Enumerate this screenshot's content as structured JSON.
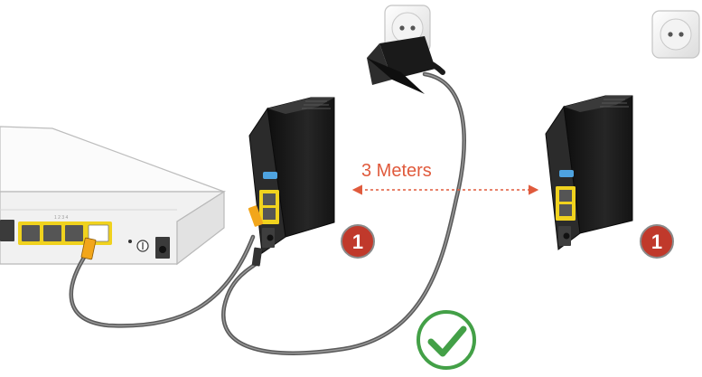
{
  "distance": {
    "label": "3 Meters"
  },
  "badges": {
    "left": "1",
    "right": "1"
  },
  "colors": {
    "accent": "#e05a3c",
    "badge": "#c0392b",
    "check": "#43a047",
    "port_yellow": "#f0d21e",
    "cable_yellow": "#f2a61b",
    "device_body": "#1c1c1c",
    "router_body": "#f4f4f4"
  },
  "icons": [
    "wall-socket-icon",
    "power-adapter-icon",
    "check-mark-icon",
    "ethernet-cable-icon",
    "power-button-icon"
  ]
}
